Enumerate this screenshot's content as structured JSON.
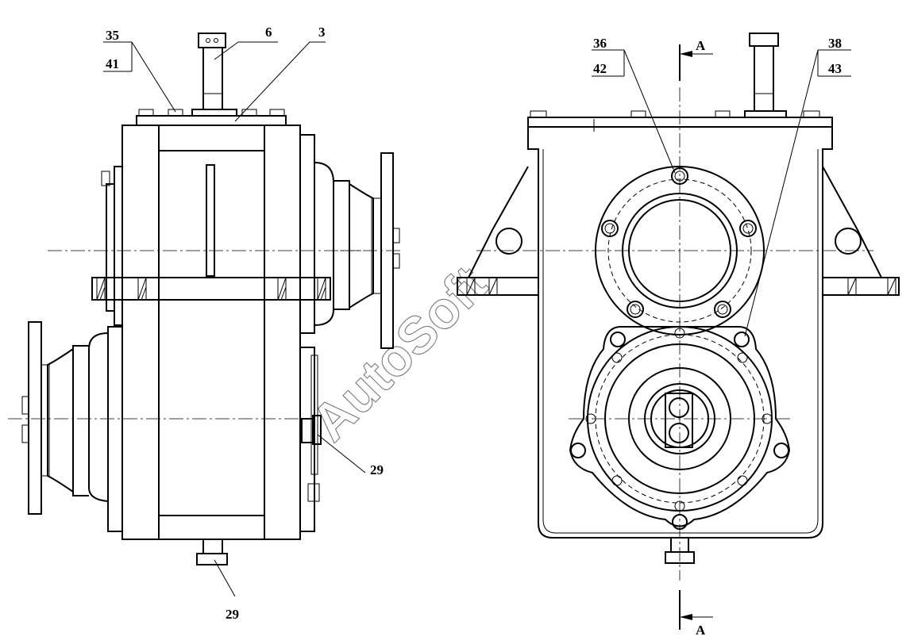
{
  "callouts": {
    "c35": "35",
    "c41": "41",
    "c6": "6",
    "c3": "3",
    "c36": "36",
    "c42": "42",
    "c38": "38",
    "c43": "43",
    "c29_right": "29",
    "c29_bottom": "29"
  },
  "section": {
    "top": "A",
    "bottom": "A"
  },
  "watermark": "AutoSoft"
}
